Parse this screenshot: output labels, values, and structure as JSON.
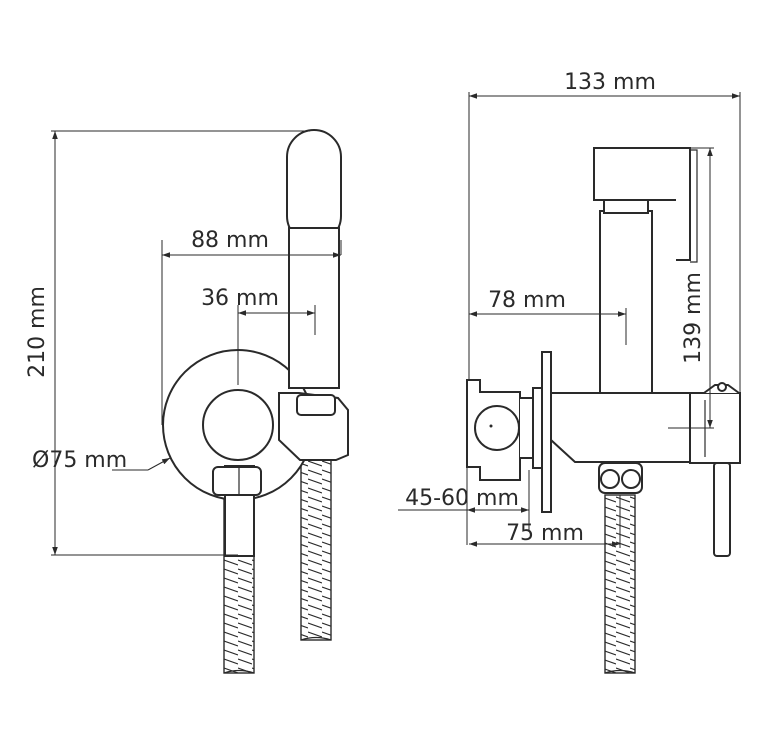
{
  "front_view": {
    "height_label": "210 mm",
    "width_label": "88 mm",
    "offset_label": "36 mm",
    "diameter_label": "Ø75 mm"
  },
  "side_view": {
    "depth_label": "133 mm",
    "reach_label": "78 mm",
    "holder_height_label": "139 mm",
    "wall_adjust_label": "45-60 mm",
    "hose_offset_label": "75 mm"
  },
  "colors": {
    "line": "#2a2a2a",
    "background": "#ffffff"
  }
}
